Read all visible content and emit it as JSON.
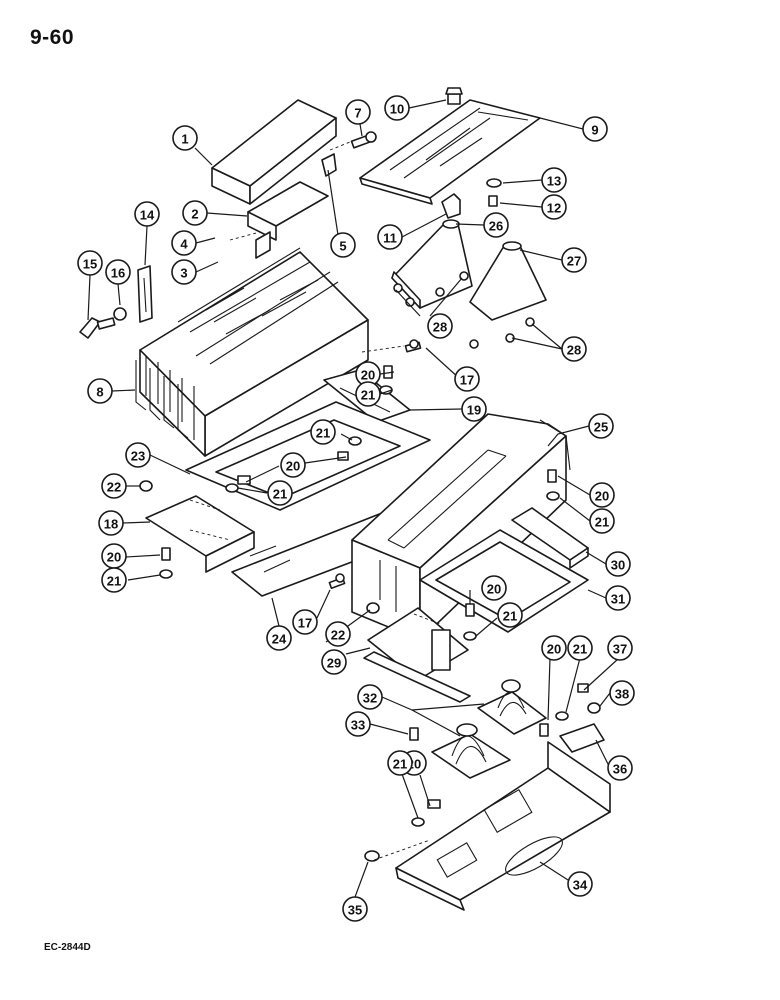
{
  "page_number": "9-60",
  "figure_code": "EC-2844D",
  "callouts": [
    "1",
    "2",
    "3",
    "4",
    "5",
    "7",
    "8",
    "9",
    "10",
    "11",
    "12",
    "13",
    "14",
    "15",
    "16",
    "17",
    "17",
    "18",
    "19",
    "20",
    "20",
    "20",
    "20",
    "20",
    "20",
    "20",
    "21",
    "21",
    "21",
    "21",
    "21",
    "21",
    "21",
    "21",
    "22",
    "22",
    "23",
    "24",
    "25",
    "26",
    "27",
    "28",
    "28",
    "29",
    "30",
    "31",
    "32",
    "33",
    "34",
    "35",
    "36",
    "37",
    "38"
  ]
}
